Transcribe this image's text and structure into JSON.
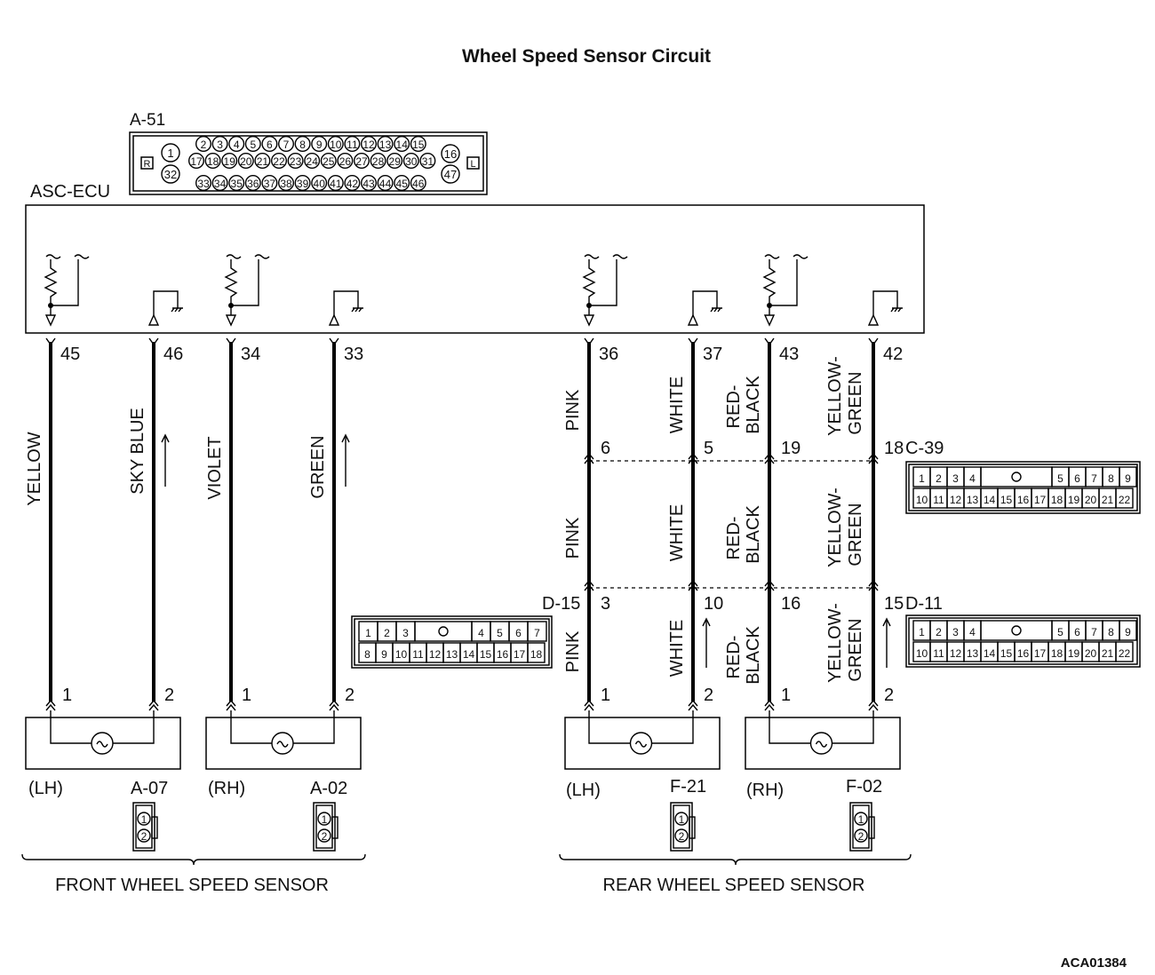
{
  "title": "Wheel Speed Sensor Circuit",
  "figure_id": "ACA01384",
  "ecu": {
    "label": "ASC-ECU",
    "connector_label": "A-51",
    "connector_top_pins": [
      "2",
      "3",
      "4",
      "5",
      "6",
      "7",
      "8",
      "9",
      "10",
      "11",
      "12",
      "13",
      "14",
      "15"
    ],
    "connector_mid_pins": [
      "17",
      "18",
      "19",
      "20",
      "21",
      "22",
      "23",
      "24",
      "25",
      "26",
      "27",
      "28",
      "29",
      "30",
      "31"
    ],
    "connector_bot_pins": [
      "33",
      "34",
      "35",
      "36",
      "37",
      "38",
      "39",
      "40",
      "41",
      "42",
      "43",
      "44",
      "45",
      "46"
    ],
    "connector_left_pins": [
      "1",
      "32"
    ],
    "connector_right_pins": [
      "16",
      "47"
    ],
    "connector_left_mark": "R",
    "connector_right_mark": "L"
  },
  "ecu_pins": [
    "45",
    "46",
    "34",
    "33",
    "36",
    "37",
    "43",
    "42"
  ],
  "wires": {
    "front_lh_1": "YELLOW",
    "front_lh_2": "SKY BLUE",
    "front_rh_1": "VIOLET",
    "front_rh_2": "GREEN",
    "rear_a": "PINK",
    "rear_b": "WHITE",
    "rear_c_1": "RED-",
    "rear_c_2": "BLACK",
    "rear_d_1": "YELLOW-",
    "rear_d_2": "GREEN"
  },
  "c39": {
    "label": "C-39",
    "pins": [
      "6",
      "5",
      "19",
      "18"
    ],
    "row1": [
      "1",
      "2",
      "3",
      "4",
      "5",
      "6",
      "7",
      "8",
      "9"
    ],
    "row2": [
      "10",
      "11",
      "12",
      "13",
      "14",
      "15",
      "16",
      "17",
      "18",
      "19",
      "20",
      "21",
      "22"
    ]
  },
  "d11": {
    "label": "D-11",
    "pins": [
      "10",
      "16",
      "15"
    ],
    "row1": [
      "1",
      "2",
      "3",
      "4",
      "5",
      "6",
      "7",
      "8",
      "9"
    ],
    "row2": [
      "10",
      "11",
      "12",
      "13",
      "14",
      "15",
      "16",
      "17",
      "18",
      "19",
      "20",
      "21",
      "22"
    ]
  },
  "d15": {
    "label": "D-15",
    "pin": "3",
    "row1": [
      "1",
      "2",
      "3",
      "4",
      "5",
      "6",
      "7"
    ],
    "row2": [
      "8",
      "9",
      "10",
      "11",
      "12",
      "13",
      "14",
      "15",
      "16",
      "17",
      "18"
    ]
  },
  "sensors": {
    "front_lh": {
      "side": "(LH)",
      "connector": "A-07"
    },
    "front_rh": {
      "side": "(RH)",
      "connector": "A-02"
    },
    "rear_lh": {
      "side": "(LH)",
      "connector": "F-21"
    },
    "rear_rh": {
      "side": "(RH)",
      "connector": "F-02"
    },
    "sensor_pin_1": "1",
    "sensor_pin_2": "2"
  },
  "groups": {
    "front": "FRONT WHEEL SPEED SENSOR",
    "rear": "REAR WHEEL SPEED SENSOR"
  }
}
